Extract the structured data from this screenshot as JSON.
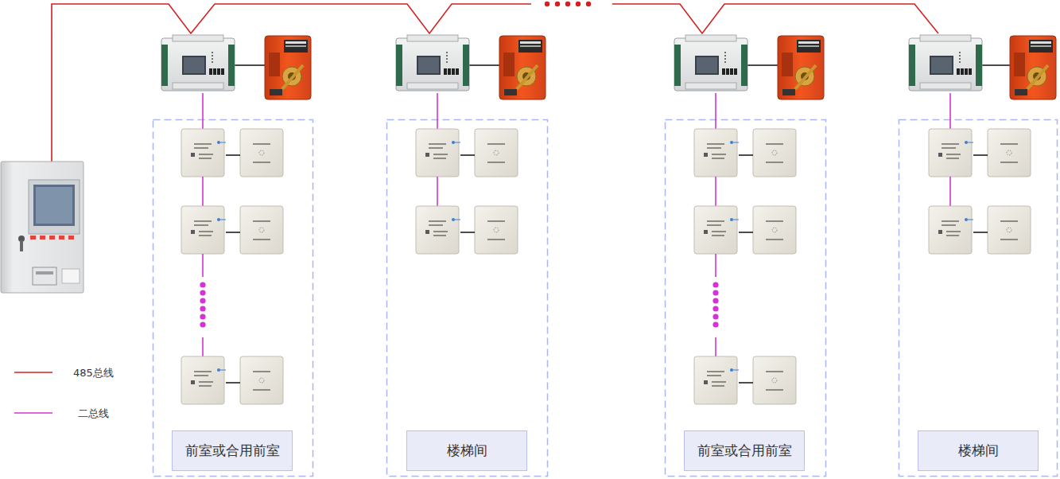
{
  "diagram": {
    "nodes": [
      {
        "text": [
          "前室或合用前室"
        ]
      },
      {
        "text": [
          "楼梯间"
        ]
      },
      {
        "text": [
          "前室或合用前室"
        ]
      },
      {
        "text": [
          "楼梯间"
        ]
      }
    ],
    "legend": [
      {
        "text": "485总线"
      },
      {
        "text": "二总线"
      }
    ]
  }
}
